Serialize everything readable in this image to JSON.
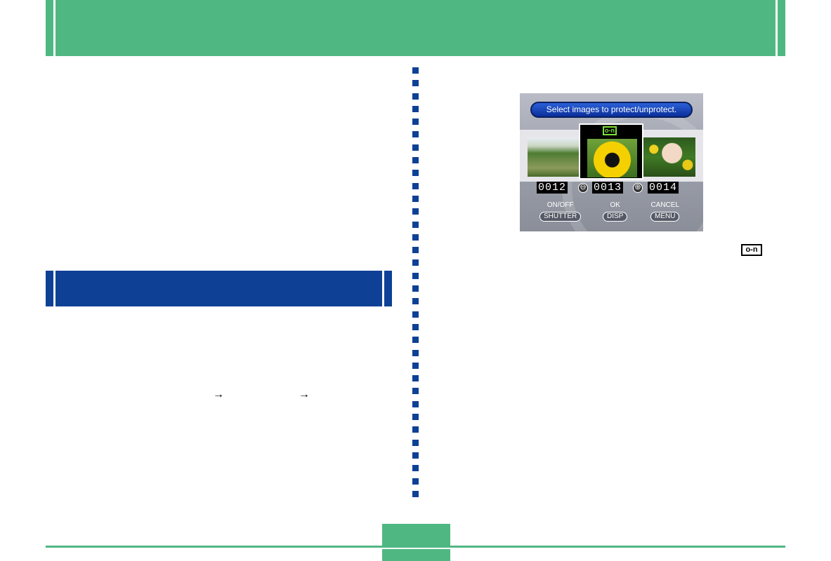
{
  "arrows": [
    "→",
    "→"
  ],
  "camera_screen": {
    "title": "Select images to protect/unprotect.",
    "protect_icon": "key-icon",
    "counters": [
      "0012",
      "0013",
      "0014"
    ],
    "nav": {
      "prev_symbol": "⊖",
      "next_symbol": "⊕"
    },
    "buttons": [
      {
        "top": "ON/OFF",
        "pill": "SHUTTER"
      },
      {
        "top": "OK",
        "pill": "DISP"
      },
      {
        "top": "CANCEL",
        "pill": "MENU"
      }
    ]
  },
  "colors": {
    "header_green": "#4fb882",
    "section_blue": "#0e4096",
    "divider_blue": "#0e4096"
  }
}
